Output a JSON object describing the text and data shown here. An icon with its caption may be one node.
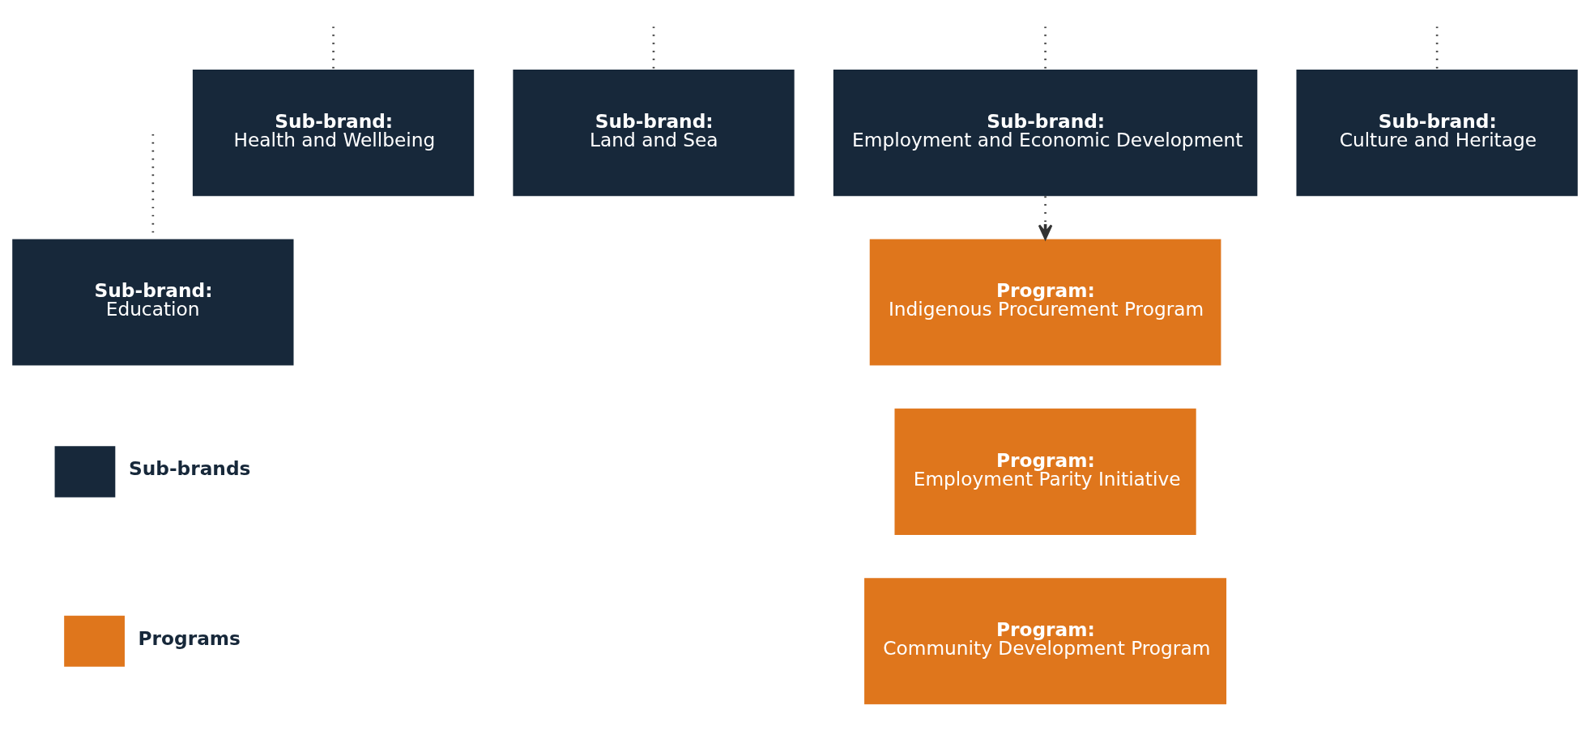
{
  "diagram": {
    "nodes": [
      {
        "text": [
          "Sub-brand:",
          "Education"
        ]
      },
      {
        "text": [
          "Sub-brand:",
          "Health and Wellbeing"
        ]
      },
      {
        "text": [
          "Sub-brand:",
          "Land and Sea"
        ]
      },
      {
        "text": [
          "Sub-brand:",
          "Employment and Economic Development"
        ]
      },
      {
        "text": [
          "Sub-brand:",
          "Culture and Heritage"
        ]
      },
      {
        "text": [
          "Program:",
          "Indigenous Procurement Program"
        ]
      },
      {
        "text": [
          "Program:",
          "Employment Parity Initiative"
        ]
      },
      {
        "text": [
          "Program:",
          "Community Development Program"
        ]
      }
    ],
    "edges": [
      {
        "from": null,
        "to": 0,
        "arrow": "none",
        "style": "dashed"
      },
      {
        "from": null,
        "to": 1,
        "arrow": "none",
        "style": "dashed"
      },
      {
        "from": null,
        "to": 2,
        "arrow": "none",
        "style": "dashed"
      },
      {
        "from": null,
        "to": 3,
        "arrow": "none",
        "style": "dashed"
      },
      {
        "from": null,
        "to": 4,
        "arrow": "none",
        "style": "dashed"
      },
      {
        "from": 3,
        "to": 5,
        "arrow": "to",
        "style": "dashed"
      }
    ],
    "legend": [
      {
        "text": "Sub-brands",
        "color": "#17283a"
      },
      {
        "text": "Programs",
        "color": "#df761c"
      }
    ]
  }
}
